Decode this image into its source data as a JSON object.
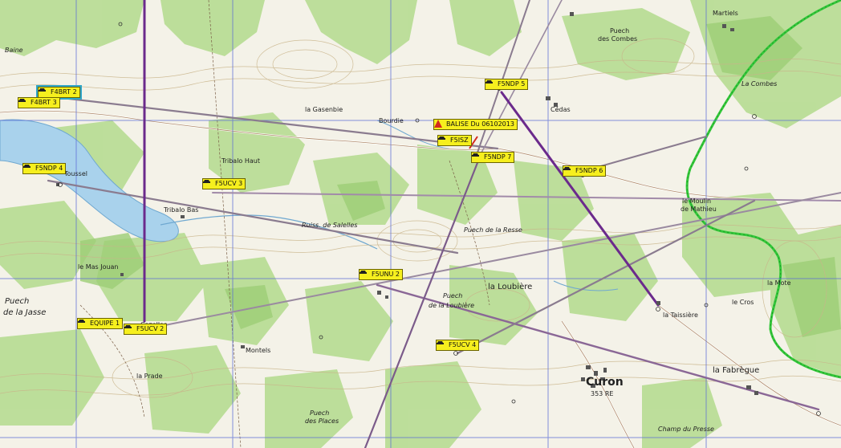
{
  "colors": {
    "paper": "#f4f2e8",
    "forest": "#b7dc92",
    "forest_dark": "#9ccd76",
    "water": "#a9d2ec",
    "grid": "#5d6fd6",
    "contour": "#c9b48a",
    "route_purple": "#6b2a8c",
    "route_gray": "#8a7b8f",
    "border_green": "#34c93a",
    "tag": "#f6ef1e",
    "beacon_red": "#d42a1f"
  },
  "map": {
    "beacon": {
      "label": "BALISE Du 06102013"
    },
    "stations": [
      {
        "id": "F4BRT2",
        "label": "F4BRT 2",
        "outlined": true
      },
      {
        "id": "F4BRT3",
        "label": "F4BRT 3",
        "outlined": false
      },
      {
        "id": "F5NDP4",
        "label": "F5NDP 4",
        "outlined": false
      },
      {
        "id": "F5UCV3",
        "label": "F5UCV 3",
        "outlined": false
      },
      {
        "id": "F5NDP5",
        "label": "F5NDP 5",
        "outlined": false
      },
      {
        "id": "F5ISZ",
        "label": "F5ISZ",
        "outlined": false
      },
      {
        "id": "F5NDP7",
        "label": "F5NDP 7",
        "outlined": false
      },
      {
        "id": "F5NDP6",
        "label": "F5NDP 6",
        "outlined": false
      },
      {
        "id": "F5UNU2",
        "label": "F5UNU 2",
        "outlined": false
      },
      {
        "id": "EQUIPE1",
        "label": "EQUIPE 1",
        "outlined": false
      },
      {
        "id": "F5UCV2",
        "label": "F5UCV 2",
        "outlined": false
      },
      {
        "id": "F5UCV4",
        "label": "F5UCV 4",
        "outlined": false
      }
    ],
    "places": {
      "curon": "Curon",
      "la_fabregue": "la Fabrègue",
      "la_loubiere": "la Loubière",
      "puech_loubiere": "Puech",
      "puech_loubiere2": "de la Loubière",
      "puech_resse": "Puech de la Resse",
      "la_gasenbie": "la Gasenbie",
      "cedas": "Cédas",
      "puech_combes": "Puech",
      "puech_combes2": "des Combes",
      "martiels": "Martiels",
      "moulin": "le Moulin",
      "moulin2": "de Mathieu",
      "mas_jouan": "le Mas Jouan",
      "puech_jasse": "Puech",
      "puech_jasse2": "de la Jasse",
      "la_prade": "la Prade",
      "puech_places": "Puech",
      "puech_places2": "des Places",
      "champ_presse": "Champ du Presse",
      "la_taissiere": "la Taissière",
      "le_crès": "le Cros",
      "la_mote": "la Mote",
      "montels": "Montels",
      "toussel": "Toussel",
      "tribalo_haut": "Tribalo Haut",
      "tribalo_bas": "Tribalo Bas",
      "rivière": "Ruiss. de Salelles",
      "bourdie": "Bourdie",
      "cazelle": "Cazelles",
      "elevation_curon": "353 RE",
      "la_combes": "La Combes",
      "baine": "Baine"
    }
  }
}
